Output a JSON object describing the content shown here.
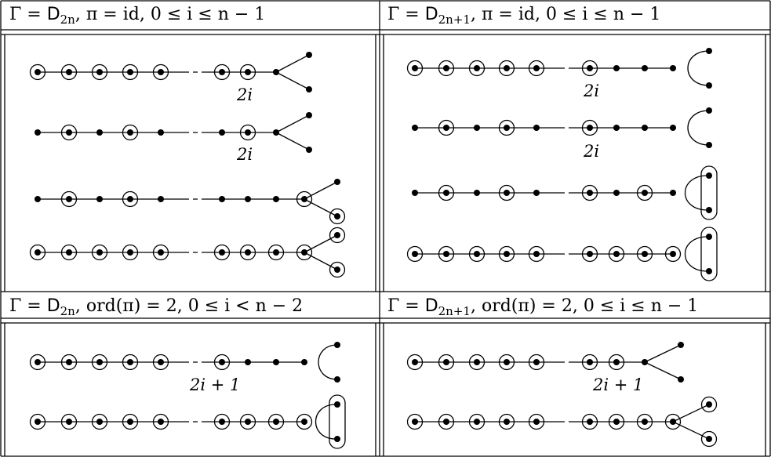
{
  "cells": [
    {
      "id": "top-left",
      "header": {
        "pre": "Γ = ",
        "group": "D",
        "sub": "2n",
        "post": ", π = id, 0 ≤ i ≤ n − 1"
      },
      "label_top": "2i",
      "label_bottom": "2i",
      "rows": [
        {
          "left": [
            1,
            1,
            1,
            1,
            1
          ],
          "right": [
            1,
            1,
            0
          ],
          "fork": "open",
          "end": [
            0,
            0
          ]
        },
        {
          "left": [
            0,
            1,
            0,
            1,
            0
          ],
          "right": [
            0,
            1,
            0
          ],
          "fork": "open",
          "end": [
            0,
            0
          ]
        },
        {
          "left": [
            0,
            1,
            0,
            1,
            0
          ],
          "right": [
            0,
            0,
            0,
            1
          ],
          "fork": "open",
          "end": [
            0,
            1
          ]
        },
        {
          "left": [
            1,
            1,
            1,
            1,
            1
          ],
          "right": [
            1,
            1,
            1,
            1
          ],
          "fork": "open",
          "end": [
            1,
            1
          ]
        }
      ]
    },
    {
      "id": "top-right",
      "header": {
        "pre": "Γ = ",
        "group": "D",
        "sub": "2n+1",
        "post": ", π = id, 0 ≤ i ≤ n − 1"
      },
      "label_top": "2i",
      "label_bottom": "2i",
      "rows": [
        {
          "left": [
            1,
            1,
            1,
            1,
            1
          ],
          "right": [
            1,
            0,
            0,
            0
          ],
          "fork": "arc",
          "end": [
            0,
            0
          ]
        },
        {
          "left": [
            0,
            1,
            0,
            1,
            0
          ],
          "right": [
            1,
            0,
            0,
            0
          ],
          "fork": "arc",
          "end": [
            0,
            0
          ]
        },
        {
          "left": [
            0,
            1,
            0,
            1,
            0
          ],
          "right": [
            1,
            0,
            1,
            0
          ],
          "fork": "box",
          "end": [
            0,
            0
          ]
        },
        {
          "left": [
            1,
            1,
            1,
            1,
            1
          ],
          "right": [
            1,
            1,
            1,
            1
          ],
          "fork": "box",
          "end": [
            0,
            0
          ]
        }
      ]
    },
    {
      "id": "bottom-left",
      "header": {
        "pre": "Γ = ",
        "group": "D",
        "sub": "2n",
        "post": ", ord(π) = 2, 0 ≤ i < n − 2"
      },
      "label_top": "2i + 1",
      "rows": [
        {
          "left": [
            1,
            1,
            1,
            1,
            1
          ],
          "right": [
            1,
            0,
            0,
            0
          ],
          "fork": "arc",
          "end": [
            0,
            0
          ]
        },
        {
          "left": [
            1,
            1,
            1,
            1,
            1
          ],
          "right": [
            1,
            1,
            1,
            1
          ],
          "fork": "box",
          "end": [
            0,
            0
          ]
        }
      ]
    },
    {
      "id": "bottom-right",
      "header": {
        "pre": "Γ = ",
        "group": "D",
        "sub": "2n+1",
        "post": ", ord(π) = 2, 0 ≤ i ≤ n − 1"
      },
      "label_top": "2i + 1",
      "rows": [
        {
          "left": [
            1,
            1,
            1,
            1,
            1
          ],
          "right": [
            1,
            1,
            0
          ],
          "fork": "open",
          "end": [
            0,
            0
          ]
        },
        {
          "left": [
            1,
            1,
            1,
            1,
            1
          ],
          "right": [
            1,
            1,
            1,
            1
          ],
          "fork": "open",
          "end": [
            1,
            1
          ]
        }
      ]
    }
  ]
}
